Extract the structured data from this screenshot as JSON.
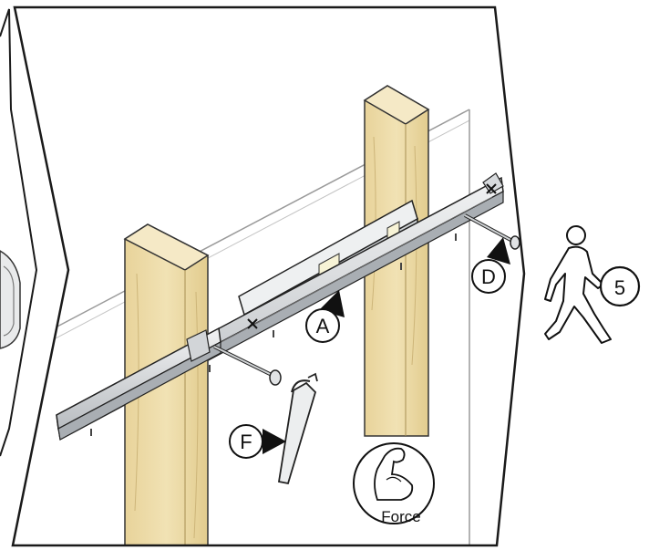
{
  "callouts": {
    "a": "A",
    "d": "D",
    "f": "F",
    "step": "5"
  },
  "force_label": "Force",
  "colors": {
    "wood_front": "#ecd9a3",
    "wood_side": "#d9c286",
    "wood_top": "#f3e6bd",
    "metal": "#dde0e3",
    "metal_dark": "#8a8f94",
    "level": "#e3e5e7",
    "outline": "#1a1a1a"
  },
  "icons": [
    "walking-person-icon",
    "flexed-arm-icon",
    "allen-key-icon",
    "level-icon",
    "screw-icon"
  ]
}
